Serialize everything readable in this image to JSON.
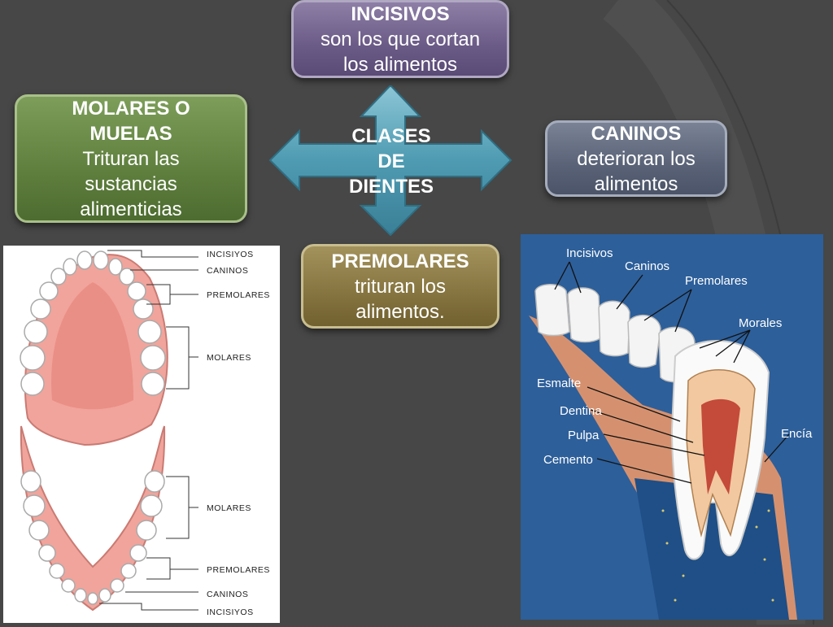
{
  "center": {
    "line1": "CLASES",
    "line2": "DE",
    "line3": "DIENTES"
  },
  "incisivos": {
    "title": "INCISIVOS",
    "line1": "son los que cortan",
    "line2": "los alimentos"
  },
  "molares": {
    "title1": "MOLARES O",
    "title2": "MUELAS",
    "line1": "Trituran las",
    "line2": "sustancias",
    "line3": "alimenticias"
  },
  "caninos": {
    "title": "CANINOS",
    "line1": "deterioran los",
    "line2": "alimentos"
  },
  "premolares": {
    "title": "PREMOLARES",
    "line1": "trituran los",
    "line2": "alimentos."
  },
  "left_diagram": {
    "labels": [
      "INCISIYOS",
      "CANINOS",
      "PREMOLARES",
      "MOLARES",
      "MOLARES",
      "PREMOLARES",
      "CANINOS",
      "INCISIYOS"
    ]
  },
  "right_diagram": {
    "labels": [
      "Incisivos",
      "Caninos",
      "Premolares",
      "Morales",
      "Esmalte",
      "Dentina",
      "Pulpa",
      "Cemento",
      "Encía"
    ]
  },
  "colors": {
    "background": "#474747",
    "incisivos_box": "#6a5a86",
    "molares_box": "#5f7f3e",
    "caninos_box": "#596276",
    "premolares_box": "#85743f",
    "arrow": "#5fa3b8",
    "right_panel": "#2d5f9a"
  }
}
